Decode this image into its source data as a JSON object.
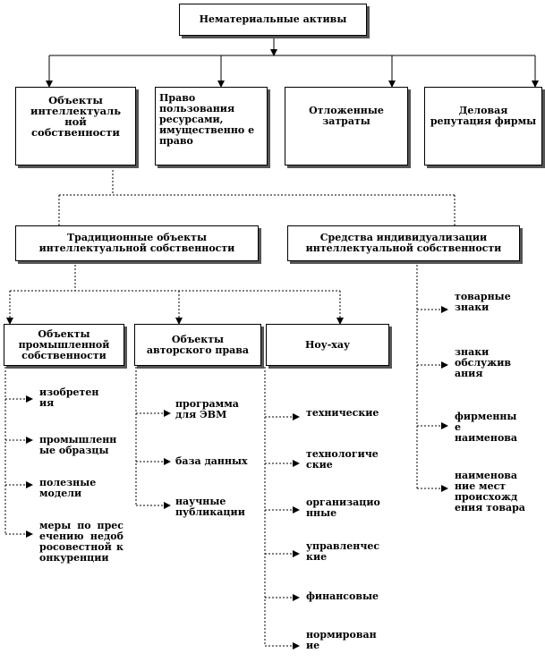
{
  "root": "Нематериальные активы",
  "level1": [
    "Объекты интеллектуаль ной собственности",
    "Право пользования ресурсами, имущественно е право",
    "Отложенные затраты",
    "Деловая репутация фирмы"
  ],
  "level2": [
    "Традиционные объекты интеллектуальной собственности",
    "Средства индивидуализации интеллектуальной собственности"
  ],
  "level3": [
    "Объекты промышленной собственности",
    "Объекты авторского права",
    "Ноу-хау"
  ],
  "industrial": [
    "изобретен ия",
    "промышленн ые образцы",
    "полезные модели",
    "меры по пресечению недобросовестной конкуренции"
  ],
  "copyright": [
    "программа для ЭВМ",
    "база данных",
    "научные публикации"
  ],
  "knowhow": [
    "технические",
    "технологиче ские",
    "организацио нные",
    "управленчес кие",
    "финансовые",
    "нормирован ие"
  ],
  "means": [
    "товарные знаки",
    "знаки обслужив ания",
    "фирменны е наименова",
    "наименова ние мест происхожд ения товара"
  ]
}
